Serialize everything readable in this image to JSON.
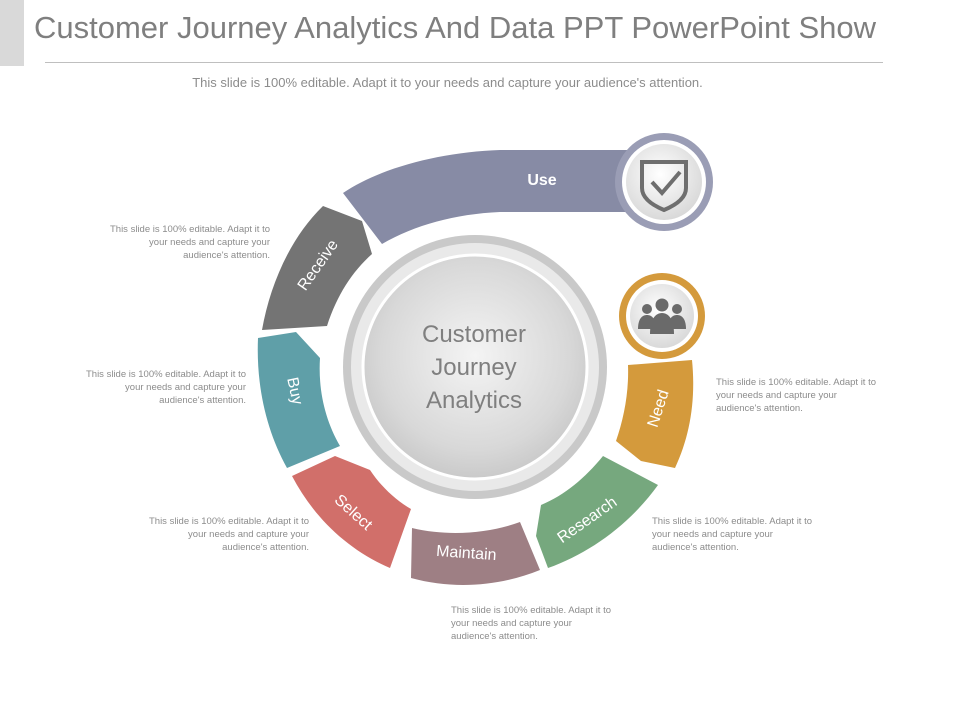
{
  "title": "Customer Journey Analytics And Data PPT PowerPoint Show",
  "subtitle": "This slide is 100% editable. Adapt it to your needs and capture your audience's attention.",
  "center": {
    "line1": "Customer",
    "line2": "Journey",
    "line3": "Analytics"
  },
  "segments": {
    "use": {
      "label": "Use",
      "color": "#878ba5"
    },
    "receive": {
      "label": "Receive",
      "color": "#747474"
    },
    "buy": {
      "label": "Buy",
      "color": "#5f9fa8"
    },
    "select": {
      "label": "Select",
      "color": "#d16f6a"
    },
    "maintain": {
      "label": "Maintain",
      "color": "#9e7f84"
    },
    "research": {
      "label": "Research",
      "color": "#76a87e"
    },
    "need": {
      "label": "Need",
      "color": "#d49a3c"
    }
  },
  "notes": {
    "receive": "This slide is 100% editable. Adapt it to your needs and capture your audience's attention.",
    "buy": "This slide is 100% editable. Adapt it to your needs and capture your audience's attention.",
    "select": "This slide is 100% editable. Adapt it to your needs and capture your audience's attention.",
    "maintain": "This slide is 100% editable. Adapt it to your needs and capture your audience's attention.",
    "research": "This slide is 100% editable. Adapt it to your needs and capture your audience's attention.",
    "need": "This slide is 100% editable. Adapt it to your needs and capture your audience's attention."
  },
  "icons": {
    "use": "shield-check-icon",
    "need": "people-group-icon"
  }
}
